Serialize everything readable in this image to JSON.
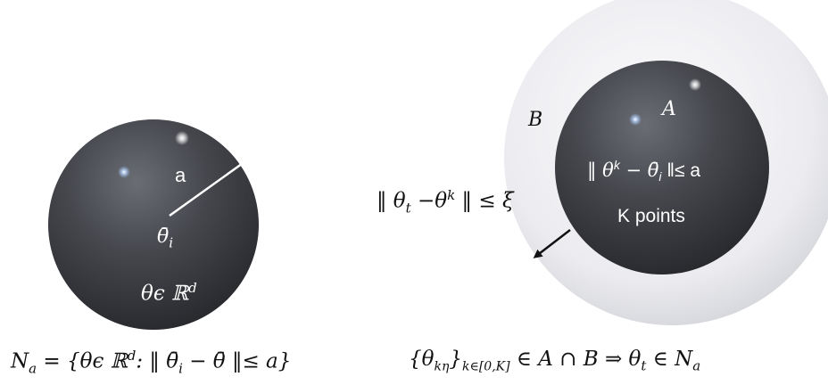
{
  "left_sphere": {
    "radius_label": "a",
    "center_label": "θ̄",
    "center_sub": "i",
    "space_label": "θϵ ℝ",
    "space_sup": "d"
  },
  "right_sphere": {
    "outer_label": "B",
    "inner_label": "A",
    "condition_main": "‖ θ",
    "condition_sup": "k",
    "condition_rest": " − θ̄",
    "condition_sub": "i",
    "condition_end": " ‖≤ a",
    "points_label": "K points",
    "distance_main": "‖ θ",
    "distance_sub": "t",
    "distance_mid": " −θ",
    "distance_sup": "k",
    "distance_end": " ‖ ≤ ξ"
  },
  "formula_left": {
    "n": "N",
    "n_sub": "a",
    "p1": " = {θϵ ℝ",
    "p1_sup": "d",
    "p2": ":  ‖ θ̄",
    "p2_sub": "i",
    "p3": " − θ̄ ‖≤ a}"
  },
  "formula_right": {
    "p1": "{θ",
    "p1_sub": "kη",
    "p2": "}",
    "p2_sub": "k∈[0,K]",
    "p3": " ∈ A ∩ B ⇒  θ",
    "p3_sub": "t",
    "p4": " ∈  N",
    "p4_sub": "a"
  },
  "colors": {
    "sphere_dark": "#3a3c42",
    "sphere_light": "#6a6d74",
    "halo": "#e8e8ec",
    "arrow_white": "#ffffff",
    "arrow_black": "#111111"
  }
}
